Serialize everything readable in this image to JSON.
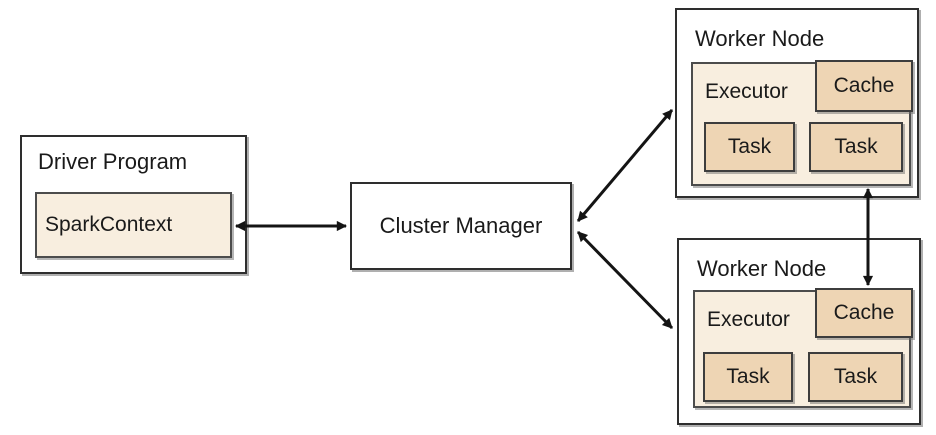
{
  "diagram": {
    "driver": {
      "label": "Driver Program",
      "spark_context_label": "SparkContext"
    },
    "cluster_manager": {
      "label": "Cluster Manager"
    },
    "workers": [
      {
        "label": "Worker Node",
        "executor_label": "Executor",
        "cache_label": "Cache",
        "tasks": [
          "Task",
          "Task"
        ]
      },
      {
        "label": "Worker Node",
        "executor_label": "Executor",
        "cache_label": "Cache",
        "tasks": [
          "Task",
          "Task"
        ]
      }
    ],
    "connections": [
      {
        "from": "spark-context",
        "to": "cluster-manager",
        "style": "bidirectional"
      },
      {
        "from": "cluster-manager",
        "to": "worker-node-1",
        "style": "bidirectional"
      },
      {
        "from": "cluster-manager",
        "to": "worker-node-2",
        "style": "bidirectional"
      },
      {
        "from": "worker-node-1",
        "to": "worker-node-2",
        "style": "bidirectional"
      }
    ],
    "colors": {
      "background": "#ffffff",
      "outer_box_fill": "#ffffff",
      "executor_fill": "#f8eedf",
      "cache_task_fill": "#eed5b4",
      "outer_border": "#2e2e2e",
      "inner_border": "#4c4c4c",
      "arrow": "#141414",
      "text": "#1a1a1a"
    }
  }
}
